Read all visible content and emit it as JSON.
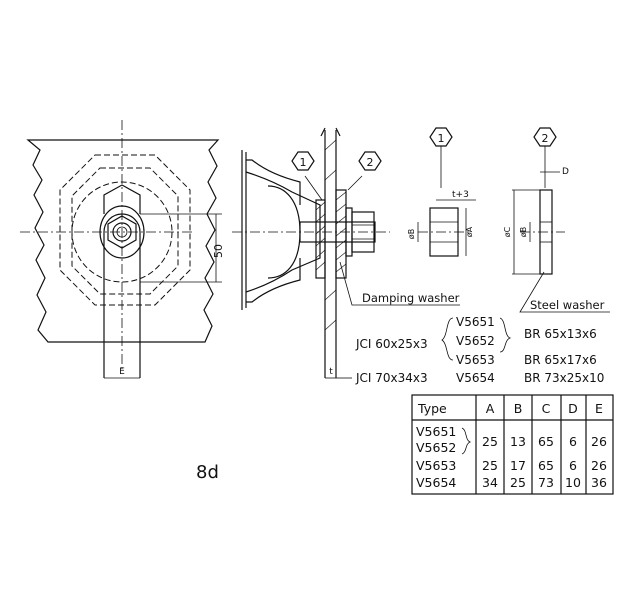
{
  "figure": {
    "label": "8d",
    "callouts": [
      "1",
      "2",
      "1",
      "2"
    ],
    "dimensions": {
      "d50": "50",
      "dE": "E",
      "dt": "t",
      "t3": "t+3",
      "dD": "D",
      "phiA": "øA",
      "phiB1": "øB",
      "phiB2": "øB",
      "phiC": "øC"
    },
    "notes": {
      "damping": "Damping washer",
      "steel": "Steel washer"
    }
  },
  "specs": [
    {
      "model": "JCI 60x25x3",
      "types": [
        "V5651",
        "V5652",
        "V5653"
      ],
      "br": [
        "BR  65x13x6",
        "BR  65x17x6"
      ]
    },
    {
      "model": "JCI 70x34x3",
      "types": [
        "V5654"
      ],
      "br": [
        "BR  73x25x10"
      ]
    }
  ],
  "table": {
    "headers": [
      "Type",
      "A",
      "B",
      "C",
      "D",
      "E"
    ],
    "rows": [
      {
        "types": [
          "V5651",
          "V5652"
        ],
        "values": [
          "25",
          "13",
          "65",
          "6",
          "26"
        ]
      },
      {
        "types": [
          "V5653"
        ],
        "values": [
          "25",
          "17",
          "65",
          "6",
          "26"
        ]
      },
      {
        "types": [
          "V5654"
        ],
        "values": [
          "34",
          "25",
          "73",
          "10",
          "36"
        ]
      }
    ]
  }
}
